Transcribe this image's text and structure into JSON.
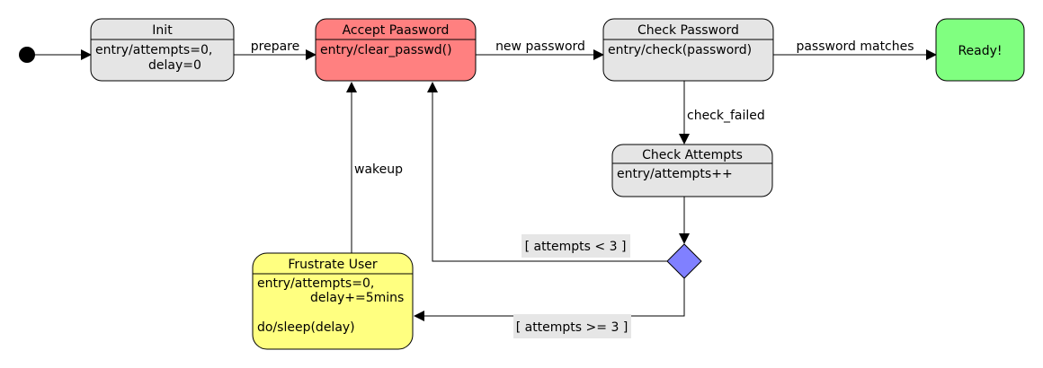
{
  "colors": {
    "state_fill": "#e5e5e5",
    "accept_fill": "#ff8080",
    "frustrate_fill": "#ffff80",
    "ready_fill": "#80ff80",
    "choice_fill": "#8080ff",
    "guard_bg": "#e6e6e6"
  },
  "states": {
    "init": {
      "title": "Init",
      "body_line1": "entry/attempts=0,",
      "body_line2": "delay=0"
    },
    "accept": {
      "title": "Accept Paasword",
      "body_line1": "entry/clear_passwd()"
    },
    "check_password": {
      "title": "Check Password",
      "body_line1": "entry/check(password)"
    },
    "ready": {
      "title": "Ready!"
    },
    "check_attempts": {
      "title": "Check Attempts",
      "body_line1": "entry/attempts++"
    },
    "frustrate": {
      "title": "Frustrate User",
      "body_line1": "entry/attempts=0,",
      "body_line2": "delay+=5mins",
      "body_line3": "do/sleep(delay)"
    }
  },
  "transitions": {
    "prepare": "prepare",
    "new_password": "new password",
    "password_matches": "password matches",
    "check_failed": "check_failed",
    "wakeup": "wakeup",
    "guard_lt": "[ attempts < 3 ]",
    "guard_ge": "[ attempts >= 3 ]"
  }
}
